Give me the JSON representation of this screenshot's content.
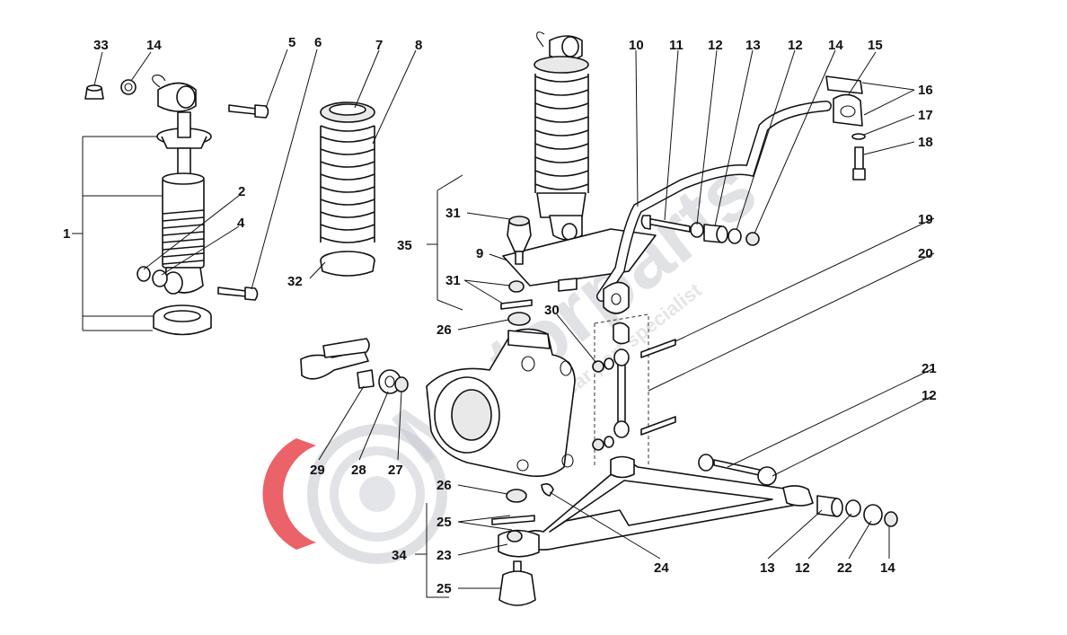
{
  "watermark": {
    "brand": "Motorparts",
    "tagline": "Xclusive car part specialist",
    "accent_color": "#e8474f",
    "grey_color": "#c9ccd1"
  },
  "callouts": {
    "n1": "1",
    "n2": "2",
    "n4": "4",
    "n5": "5",
    "n6": "6",
    "n7": "7",
    "n8": "8",
    "n9": "9",
    "n10": "10",
    "n11": "11",
    "n12a": "12",
    "n13a": "13",
    "n12b": "12",
    "n14a": "14",
    "n15": "15",
    "n16": "16",
    "n17": "17",
    "n18": "18",
    "n19": "19",
    "n20": "20",
    "n21": "21",
    "n12c": "12",
    "n13b": "13",
    "n12d": "12",
    "n22": "22",
    "n14b": "14",
    "n33": "33",
    "n14c": "14",
    "n32": "32",
    "n35": "35",
    "n31a": "31",
    "n31b": "31",
    "n26a": "26",
    "n30": "30",
    "n29": "29",
    "n28": "28",
    "n27": "27",
    "n26b": "26",
    "n25a": "25",
    "n23": "23",
    "n34": "34",
    "n25b": "25",
    "n24": "24"
  }
}
